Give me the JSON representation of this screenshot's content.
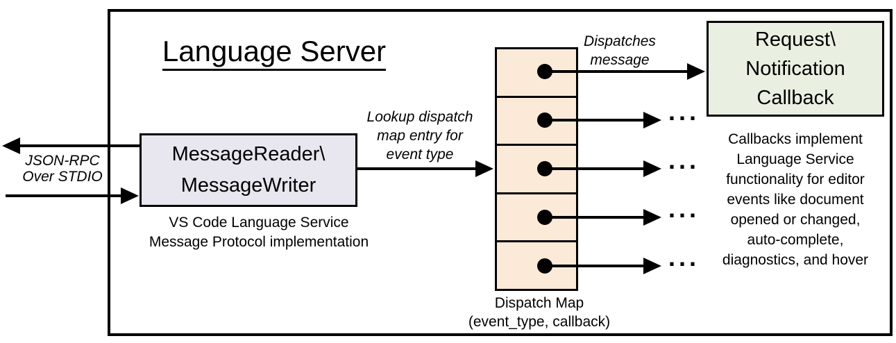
{
  "diagram": {
    "title": "Language Server",
    "background": "#ffffff",
    "line_color": "#000000"
  },
  "message_io": {
    "label_lines": [
      "JSON-RPC",
      "Over STDIO"
    ]
  },
  "message_box": {
    "label_lines": [
      "MessageReader\\",
      "MessageWriter"
    ],
    "caption_lines": [
      "VS Code Language Service",
      "Message Protocol implementation"
    ],
    "fill": "#e8e6ee"
  },
  "lookup_label": {
    "lines": [
      "Lookup dispatch",
      "map entry for",
      "event type"
    ]
  },
  "dispatch_map": {
    "cell_count": 5,
    "fill": "#fcead9",
    "caption_lines": [
      "Dispatch Map",
      "(event_type, callback)"
    ],
    "ellipsis": "..."
  },
  "dispatches_label": {
    "lines": [
      "Dispatches",
      "message"
    ]
  },
  "callback_box": {
    "label_lines": [
      "Request\\",
      "Notification",
      "Callback"
    ],
    "fill": "#e9f0e2"
  },
  "callbacks_note": {
    "lines": [
      "Callbacks implement",
      "Language Service",
      "functionality for editor",
      "events like document",
      "opened or changed,",
      "auto-complete,",
      "diagnostics, and hover"
    ]
  }
}
